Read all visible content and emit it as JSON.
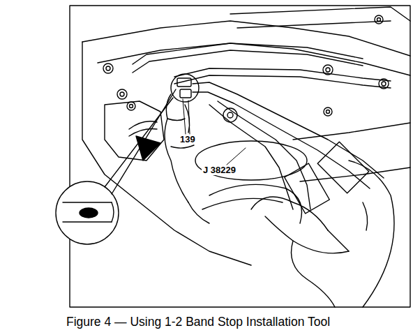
{
  "diagram": {
    "caption": "Figure 4 — Using 1-2 Band Stop Installation Tool",
    "labels": [
      "139",
      "J 38229"
    ]
  }
}
